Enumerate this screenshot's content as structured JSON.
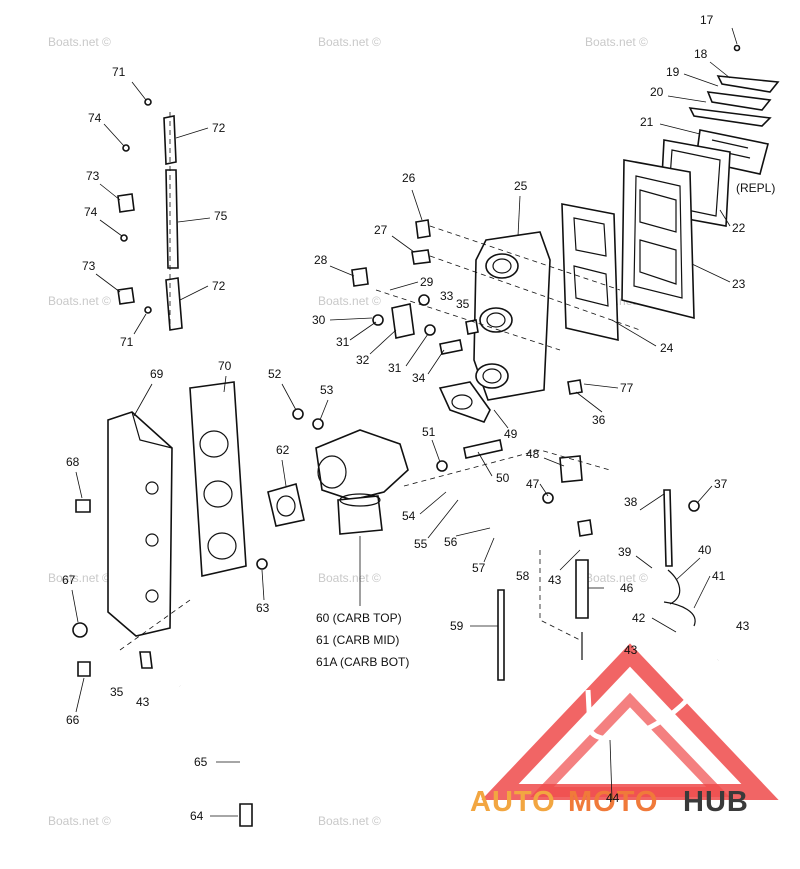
{
  "watermark": {
    "text": "Boats.net ©"
  },
  "callouts": [
    "17",
    "18",
    "19",
    "20",
    "21",
    "22",
    "23",
    "24",
    "25",
    "26",
    "27",
    "28",
    "29",
    "30",
    "31",
    "31",
    "32",
    "33",
    "34",
    "35",
    "35",
    "36",
    "37",
    "38",
    "39",
    "40",
    "41",
    "42",
    "43",
    "43",
    "43",
    "43",
    "44",
    "46",
    "47",
    "48",
    "49",
    "50",
    "51",
    "52",
    "53",
    "54",
    "55",
    "56",
    "57",
    "58",
    "59",
    "62",
    "63",
    "64",
    "65",
    "66",
    "67",
    "68",
    "69",
    "70",
    "71",
    "71",
    "72",
    "72",
    "73",
    "73",
    "74",
    "74",
    "75",
    "77"
  ],
  "repl_note": "(REPL)",
  "carb_labels": [
    "60 (CARB TOP)",
    "61 (CARB MID)",
    "61A (CARB BOT)"
  ],
  "logo": {
    "part1": "AUTO",
    "part2": "MOTO",
    "part3": "HUB",
    "colors": {
      "triangle": "#ef4a4a",
      "auto": "#f2a641",
      "moto": "#f07a3a",
      "hub": "#3a3a3a"
    }
  }
}
